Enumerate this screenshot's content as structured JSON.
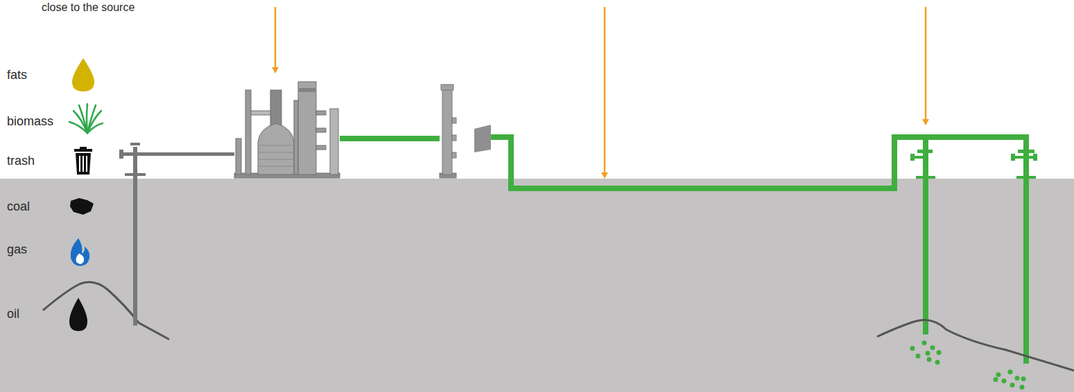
{
  "diagram": {
    "labels": [
      "close to the source",
      "fats",
      "biomass",
      "trash",
      "coal",
      "gas",
      "oil"
    ]
  }
}
